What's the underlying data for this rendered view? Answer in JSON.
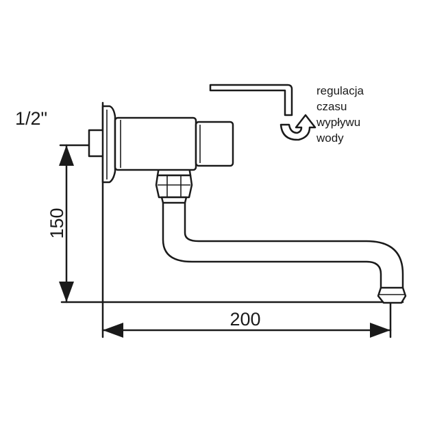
{
  "drawing": {
    "thread_label": "1/2\"",
    "height_dimension": "150",
    "width_dimension": "200",
    "note_lines": [
      "regulacja",
      "czasu",
      "wypływu",
      "wody"
    ],
    "line_color": "#1a1a1a",
    "background_color": "#ffffff"
  }
}
